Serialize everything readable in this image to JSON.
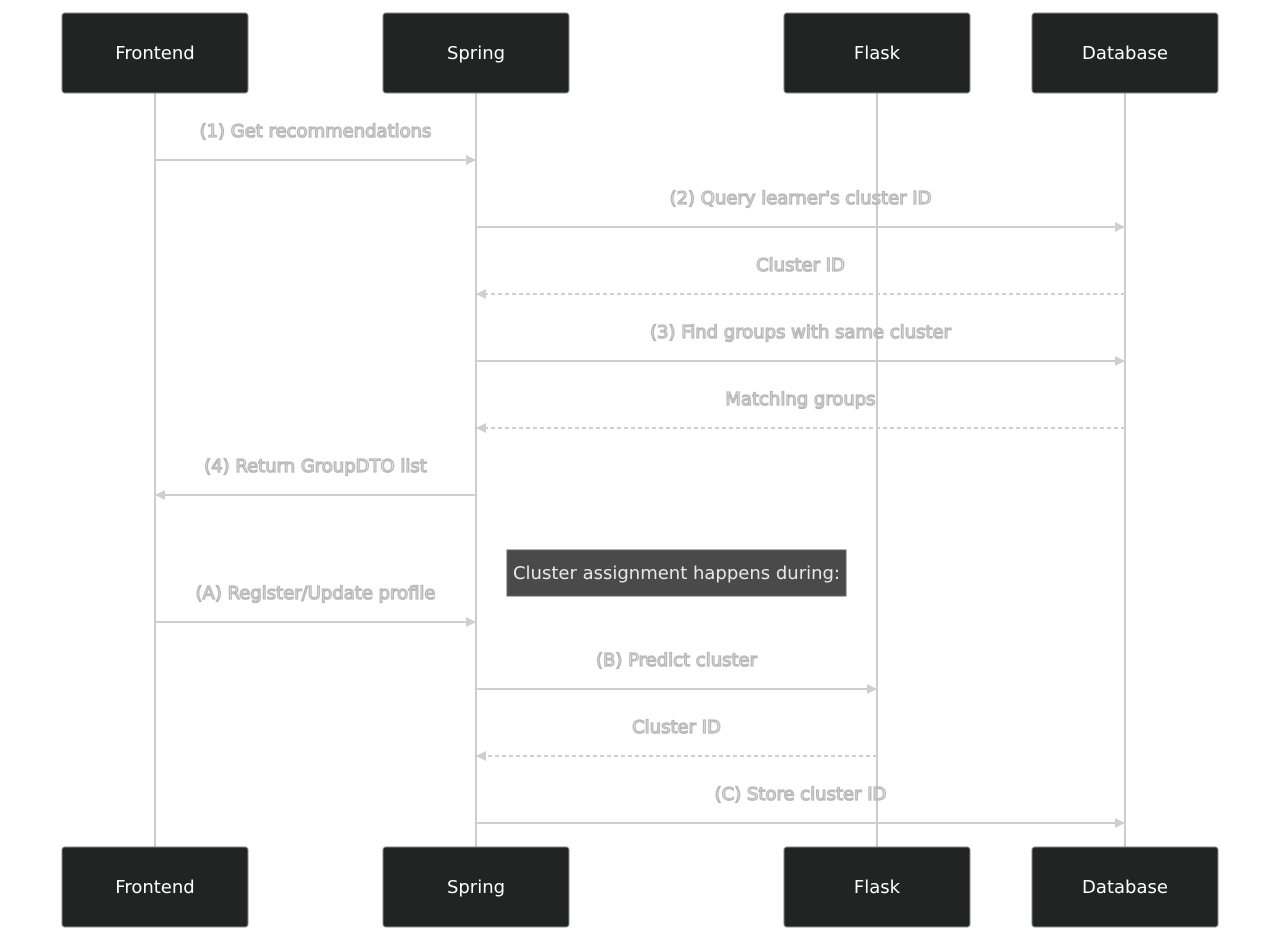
{
  "diagram": {
    "participants": [
      {
        "id": "frontend",
        "label": "Frontend"
      },
      {
        "id": "spring",
        "label": "Spring"
      },
      {
        "id": "flask",
        "label": "Flask"
      },
      {
        "id": "database",
        "label": "Database"
      }
    ],
    "messages": [
      {
        "from": "frontend",
        "to": "spring",
        "text": "(1) Get recommendations",
        "style": "solid"
      },
      {
        "from": "spring",
        "to": "database",
        "text": "(2) Query learner's cluster ID",
        "style": "solid"
      },
      {
        "from": "database",
        "to": "spring",
        "text": "Cluster ID",
        "style": "dashed"
      },
      {
        "from": "spring",
        "to": "database",
        "text": "(3) Find groups with same cluster",
        "style": "solid"
      },
      {
        "from": "database",
        "to": "spring",
        "text": "Matching groups",
        "style": "dashed"
      },
      {
        "from": "spring",
        "to": "frontend",
        "text": "(4) Return GroupDTO list",
        "style": "solid"
      },
      {
        "note": "Cluster assignment happens during:"
      },
      {
        "from": "frontend",
        "to": "spring",
        "text": "(A) Register/Update profile",
        "style": "solid"
      },
      {
        "from": "spring",
        "to": "flask",
        "text": "(B) Predict cluster",
        "style": "solid"
      },
      {
        "from": "flask",
        "to": "spring",
        "text": "Cluster ID",
        "style": "dashed"
      },
      {
        "from": "spring",
        "to": "database",
        "text": "(C) Store cluster ID",
        "style": "solid"
      }
    ]
  }
}
